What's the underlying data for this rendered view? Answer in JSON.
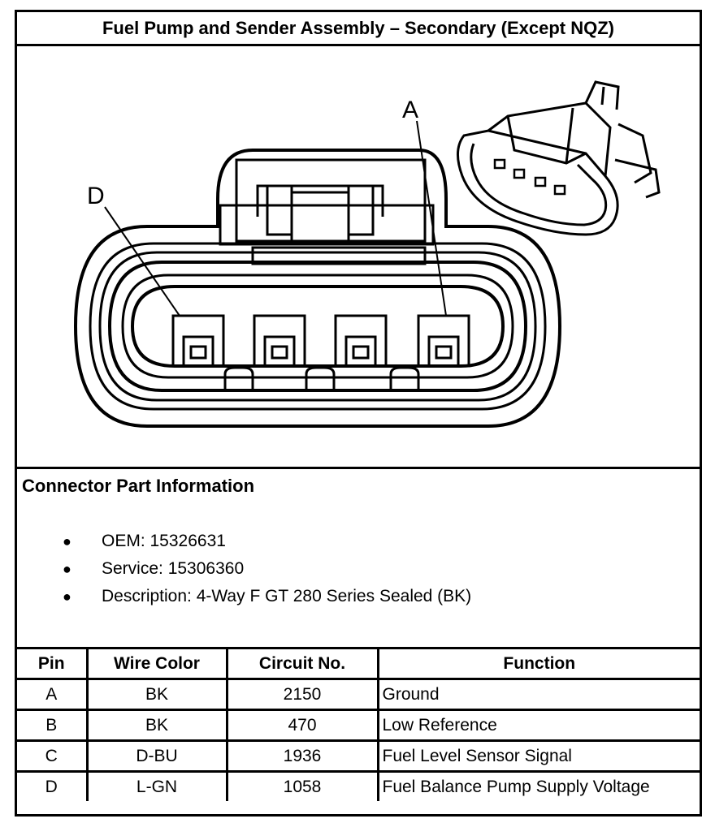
{
  "title": "Fuel Pump and Sender Assembly – Secondary (Except NQZ)",
  "diagram": {
    "pin_label_a": "A",
    "pin_label_d": "D",
    "icons": [
      "connector-face-icon",
      "connector-3d-icon"
    ]
  },
  "info": {
    "heading": "Connector Part Information",
    "items": [
      "OEM: 15326631",
      "Service: 15306360",
      "Description: 4-Way F GT 280 Series Sealed (BK)"
    ],
    "bullet": "●"
  },
  "table": {
    "headers": [
      "Pin",
      "Wire Color",
      "Circuit No.",
      "Function"
    ],
    "rows": [
      {
        "pin": "A",
        "color": "BK",
        "circuit": "2150",
        "function": "Ground"
      },
      {
        "pin": "B",
        "color": "BK",
        "circuit": "470",
        "function": "Low Reference"
      },
      {
        "pin": "C",
        "color": "D-BU",
        "circuit": "1936",
        "function": "Fuel Level Sensor Signal"
      },
      {
        "pin": "D",
        "color": "L-GN",
        "circuit": "1058",
        "function": "Fuel Balance Pump Supply Voltage"
      }
    ]
  }
}
